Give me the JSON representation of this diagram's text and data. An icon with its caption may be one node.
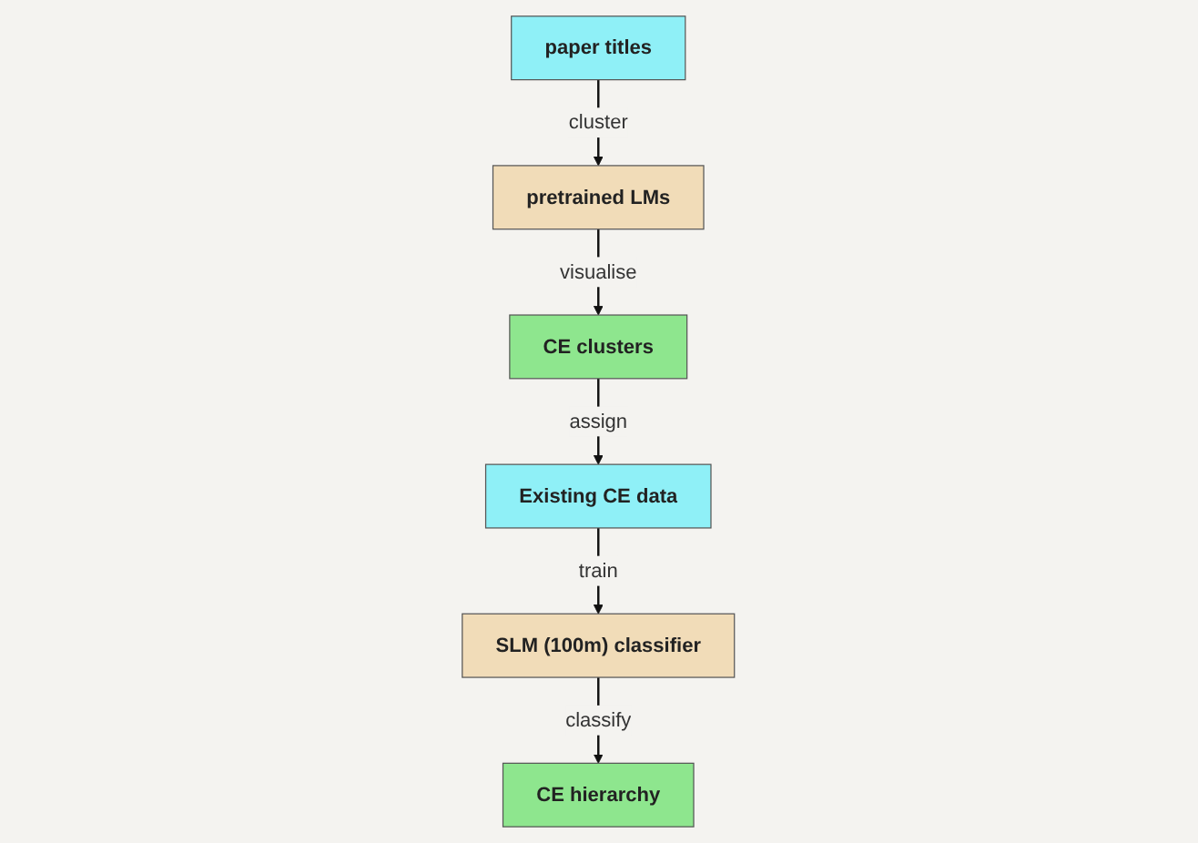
{
  "diagram": {
    "nodes": [
      {
        "text": [
          "Existing CE data"
        ]
      },
      {
        "text": [
          "paper titles"
        ]
      },
      {
        "text": [
          "CE hierarchy"
        ]
      },
      {
        "text": [
          "CE clusters"
        ]
      },
      {
        "text": [
          "pretrained LMs"
        ]
      },
      {
        "text": [
          "SLM (100m) classifier"
        ]
      }
    ],
    "edges": [
      {
        "from": 0,
        "to": 5,
        "arrow": "to",
        "label": "train"
      },
      {
        "from": 1,
        "to": 4,
        "arrow": "to",
        "label": "cluster"
      },
      {
        "from": 4,
        "to": 3,
        "arrow": "to",
        "label": "visualise"
      },
      {
        "from": 3,
        "to": 0,
        "arrow": "to",
        "label": "assign"
      },
      {
        "from": 5,
        "to": 2,
        "arrow": "to",
        "label": "classify"
      }
    ]
  }
}
